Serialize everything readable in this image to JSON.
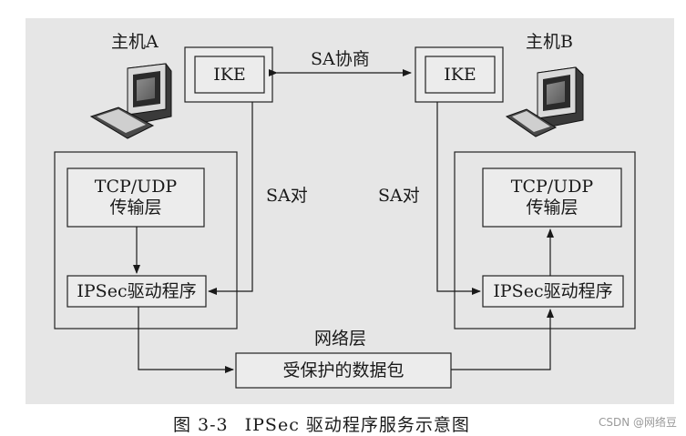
{
  "hosts": {
    "a": {
      "label": "主机A"
    },
    "b": {
      "label": "主机B"
    }
  },
  "ike": {
    "left": "IKE",
    "right": "IKE",
    "negotiation_label": "SA协商"
  },
  "sa_pairs": {
    "left": "SA对",
    "right": "SA对"
  },
  "stack_a": {
    "transport_line1": "TCP/UDP",
    "transport_line2": "传输层",
    "driver": "IPSec驱动程序"
  },
  "stack_b": {
    "transport_line1": "TCP/UDP",
    "transport_line2": "传输层",
    "driver": "IPSec驱动程序"
  },
  "network": {
    "layer_label": "网络层",
    "packet_label": "受保护的数据包"
  },
  "caption": {
    "figure_no": "图 3-3",
    "title": "IPSec 驱动程序服务示意图"
  },
  "watermark": "CSDN @网络豆"
}
